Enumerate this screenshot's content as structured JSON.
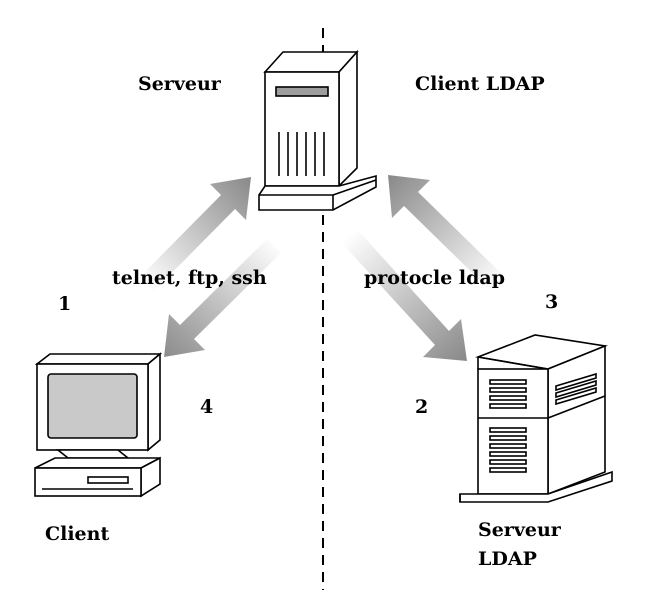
{
  "nodes": {
    "server_label": "Serveur",
    "ldap_client_label": "Client LDAP",
    "client_label": "Client",
    "ldap_server_label_line1": "Serveur",
    "ldap_server_label_line2": "LDAP"
  },
  "edges": {
    "left_protocols": "telnet, ftp, ssh",
    "right_protocol": "protocle ldap"
  },
  "steps": {
    "step1": "1",
    "step2": "2",
    "step3": "3",
    "step4": "4"
  },
  "colors": {
    "arrow_dark": "#8a8a8a",
    "arrow_light": "#ffffff",
    "outline": "#000000",
    "screen": "#c9c9c9",
    "divider": "#000000"
  }
}
